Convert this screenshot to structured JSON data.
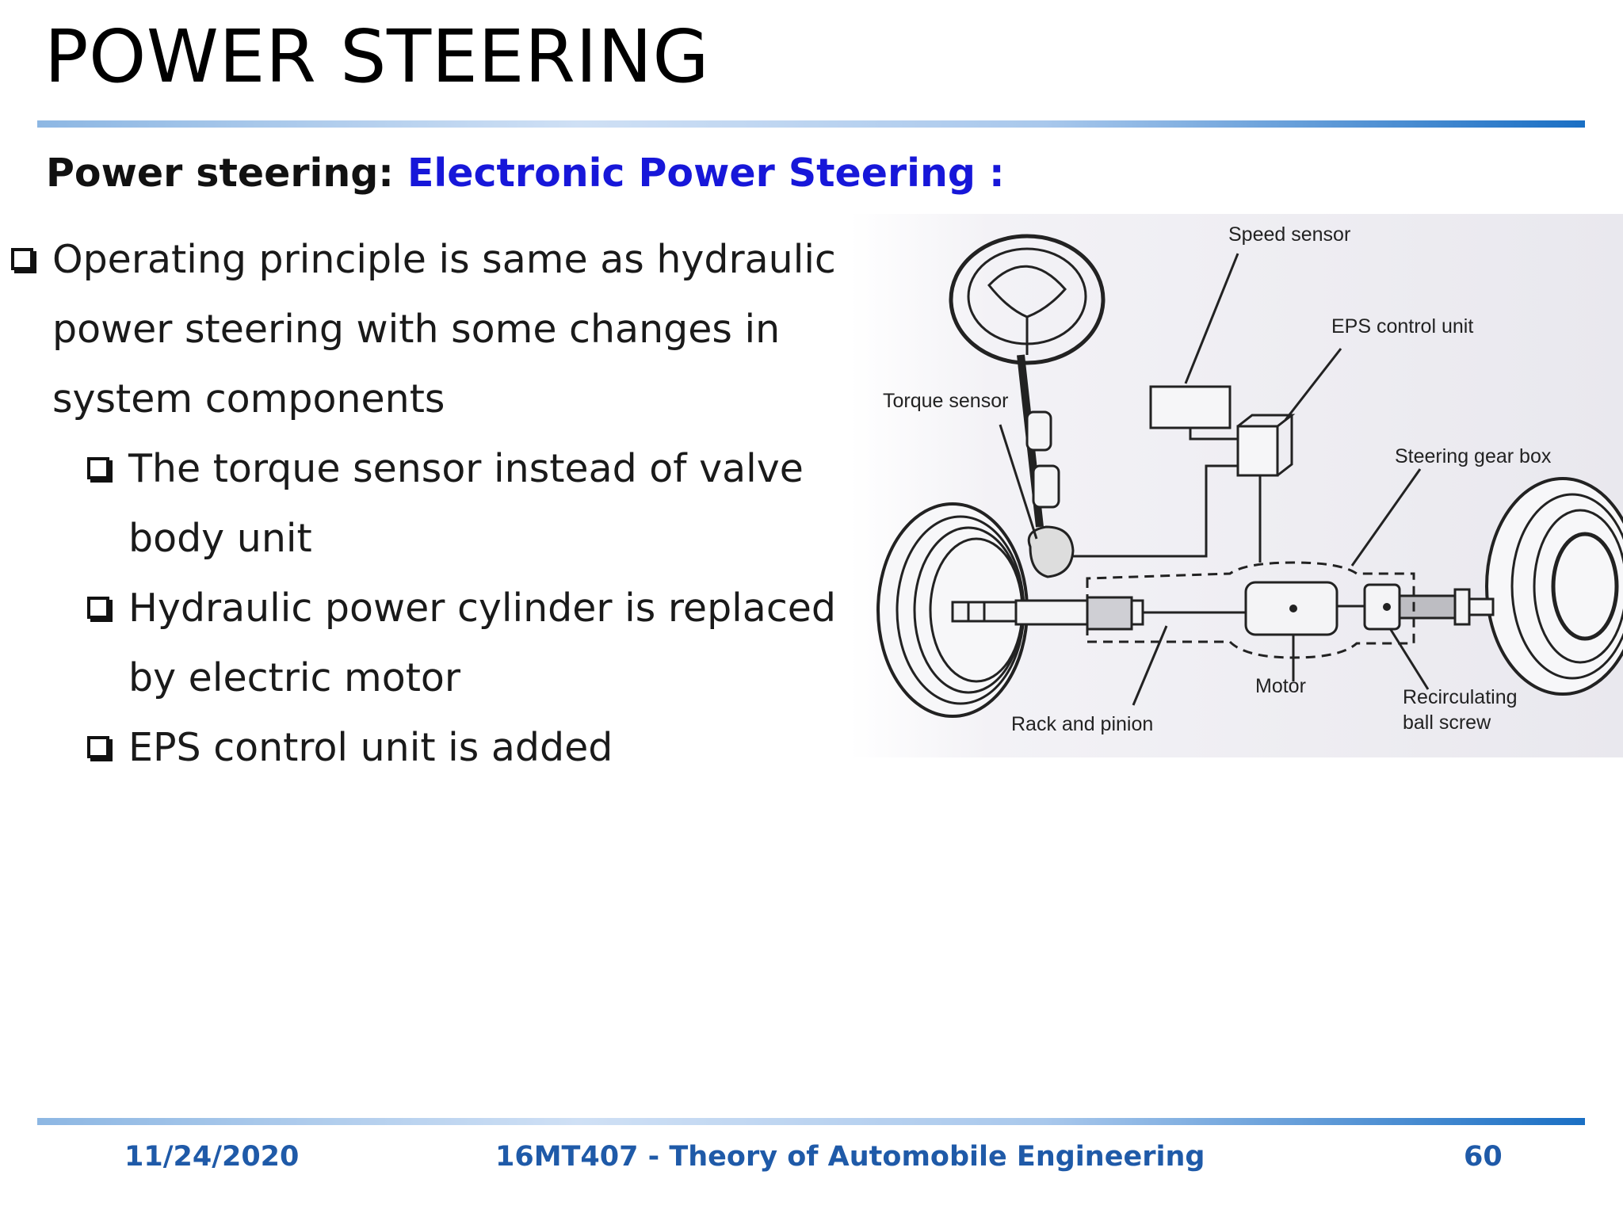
{
  "slide": {
    "title": "POWER STEERING",
    "subtitle_prefix": "Power steering: ",
    "subtitle_accent": "Electronic Power Steering :",
    "bullets": [
      "Operating principle is same as hydraulic power steering with some changes in system components",
      "The torque sensor instead of valve body unit",
      "Hydraulic power cylinder is replaced by electric motor",
      "EPS control unit is added"
    ]
  },
  "diagram": {
    "labels": {
      "speed_sensor": "Speed sensor",
      "eps_control_unit": "EPS control unit",
      "torque_sensor": "Torque sensor",
      "steering_gear_box": "Steering gear box",
      "motor": "Motor",
      "rack_and_pinion": "Rack and pinion",
      "recirc_line1": "Recirculating",
      "recirc_line2": "ball screw"
    }
  },
  "footer": {
    "date": "11/24/2020",
    "course": "16MT407 - Theory of Automobile Engineering",
    "page": "60"
  }
}
